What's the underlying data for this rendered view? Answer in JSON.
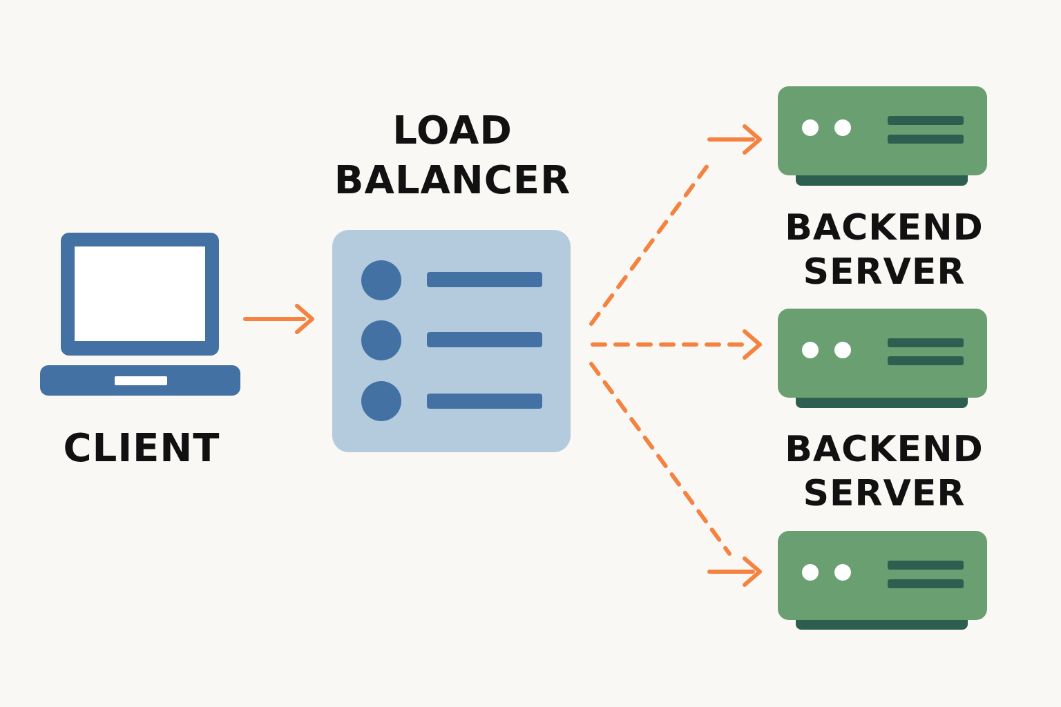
{
  "client": {
    "label": "CLIENT",
    "icon": "laptop-icon"
  },
  "load_balancer": {
    "label_line1": "LOAD",
    "label_line2": "BALANCER",
    "icon": "load-balancer-list-icon"
  },
  "backend_servers": [
    {
      "label_line1": "BACKEND",
      "label_line2": "SERVER",
      "icon": "server-icon"
    },
    {
      "label_line1": "BACKEND",
      "label_line2": "SERVER",
      "icon": "server-icon"
    },
    {
      "icon": "server-icon"
    }
  ],
  "colors": {
    "background": "#faf8f4",
    "client_blue": "#4471a3",
    "load_balancer_panel": "#b3cbdc",
    "load_balancer_items": "#4471a3",
    "server_green": "#6a9f72",
    "server_base": "#2e5e4f",
    "arrow_orange": "#f48240",
    "label_text": "#111111"
  }
}
